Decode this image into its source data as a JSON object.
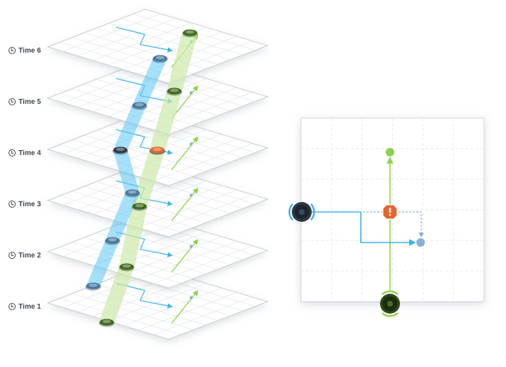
{
  "time_layers": [
    {
      "label": "Time 6",
      "icon": "clock-icon"
    },
    {
      "label": "Time 5",
      "icon": "clock-icon"
    },
    {
      "label": "Time 4",
      "icon": "clock-icon"
    },
    {
      "label": "Time 3",
      "icon": "clock-icon"
    },
    {
      "label": "Time 2",
      "icon": "clock-icon"
    },
    {
      "label": "Time 1",
      "icon": "clock-icon"
    }
  ],
  "colors": {
    "grid_line": "#e4e8ee",
    "plane_edge": "#c7ccd3",
    "blue_path": "#3bb4ea",
    "blue_band": "#5cc8f5",
    "green_path": "#8fd14a",
    "green_band": "#cde9a9",
    "conflict": "#e8642c",
    "robot_dark": "#2e3a46",
    "robot_green": "#3f6a1c",
    "target_blue": "#8ab0d6"
  },
  "overview": {
    "icons": [
      "warning-icon",
      "robot-icon"
    ]
  }
}
